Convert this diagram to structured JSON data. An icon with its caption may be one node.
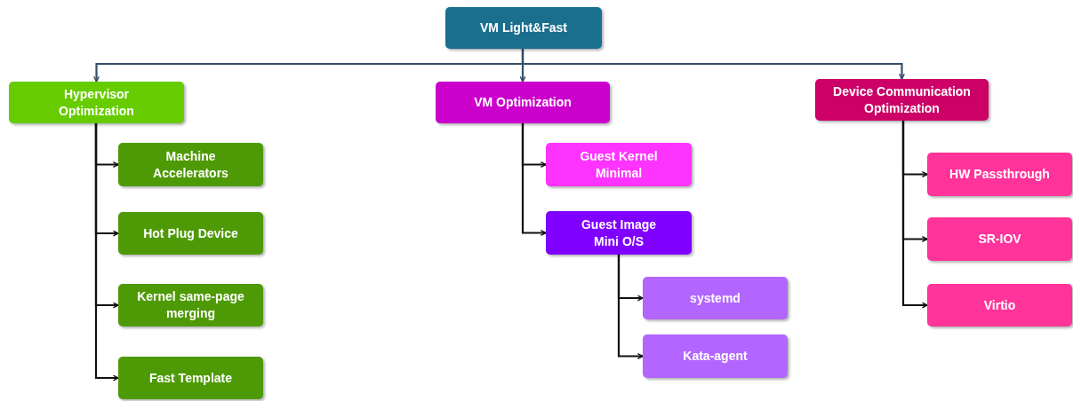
{
  "diagram": {
    "nodes": [
      {
        "text": [
          "VM Light&Fast"
        ]
      },
      {
        "text": [
          "Hypervisor Optimization"
        ]
      },
      {
        "text": [
          "VM Optimization"
        ]
      },
      {
        "text": [
          "Device Communication Optimization"
        ]
      },
      {
        "text": [
          "Machine Accelerators"
        ]
      },
      {
        "text": [
          "Hot Plug Device"
        ]
      },
      {
        "text": [
          "Kernel same-page merging"
        ]
      },
      {
        "text": [
          "Fast Template"
        ]
      },
      {
        "text": [
          "Guest Kernel Minimal"
        ]
      },
      {
        "text": [
          "Guest Image Mini O/S"
        ]
      },
      {
        "text": [
          "systemd"
        ]
      },
      {
        "text": [
          "Kata-agent"
        ]
      },
      {
        "text": [
          "HW Passthrough"
        ]
      },
      {
        "text": [
          "SR-IOV"
        ]
      },
      {
        "text": [
          "Virtio"
        ]
      }
    ],
    "edges": [
      {
        "from": 0,
        "to": 1,
        "arrow": "to",
        "color": "#34506a"
      },
      {
        "from": 0,
        "to": 2,
        "arrow": "to",
        "color": "#34506a"
      },
      {
        "from": 0,
        "to": 3,
        "arrow": "to",
        "color": "#34506a"
      },
      {
        "from": 1,
        "to": 4,
        "arrow": "to"
      },
      {
        "from": 1,
        "to": 5,
        "arrow": "to"
      },
      {
        "from": 1,
        "to": 6,
        "arrow": "to"
      },
      {
        "from": 1,
        "to": 7,
        "arrow": "to"
      },
      {
        "from": 2,
        "to": 8,
        "arrow": "to"
      },
      {
        "from": 2,
        "to": 9,
        "arrow": "to"
      },
      {
        "from": 9,
        "to": 10,
        "arrow": "to"
      },
      {
        "from": 9,
        "to": 11,
        "arrow": "to"
      },
      {
        "from": 3,
        "to": 12,
        "arrow": "to"
      },
      {
        "from": 3,
        "to": 13,
        "arrow": "to"
      },
      {
        "from": 3,
        "to": 14,
        "arrow": "to"
      }
    ]
  }
}
